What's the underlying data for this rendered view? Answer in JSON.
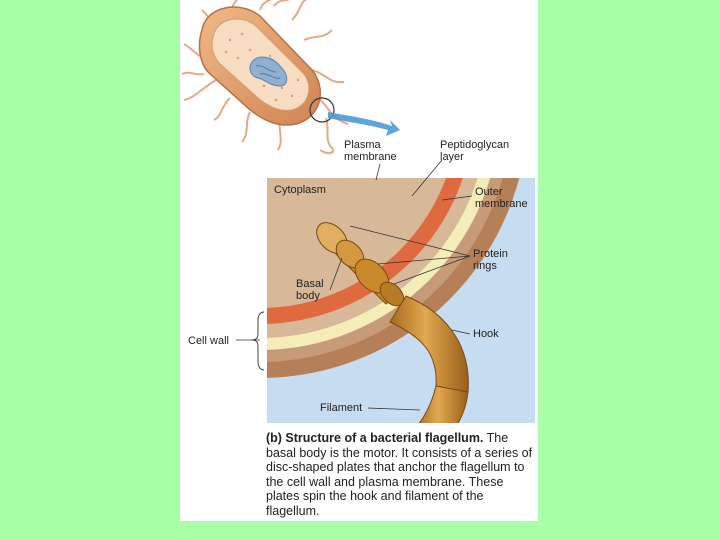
{
  "labels": {
    "plasma_membrane": "Plasma\nmembrane",
    "peptidoglycan_layer": "Peptidoglycan\nlayer",
    "cytoplasm": "Cytoplasm",
    "outer_membrane": "Outer\nmembrane",
    "protein_rings": "Protein\nrings",
    "basal_body": "Basal\nbody",
    "cell_wall": "Cell wall",
    "hook": "Hook",
    "filament": "Filament"
  },
  "caption": {
    "title": "(b) Structure of a bacterial flagellum.",
    "body": " The basal body is the motor. It consists of a series of disc-shaped plates that anchor the flagellum to the cell wall and plasma membrane. These plates spin the hook and filament of the flagellum."
  },
  "colors": {
    "page_background": "#a8ffa8",
    "extracellular": "#c6dcf0",
    "cytoplasm": "#d7b99a",
    "plasma_membrane": "#e06a3f",
    "peptidoglycan": "#f4edb8",
    "outer_membrane": "#b58058",
    "flagellum": "#c98a2c",
    "bacterium_body": "#e3a06c"
  }
}
